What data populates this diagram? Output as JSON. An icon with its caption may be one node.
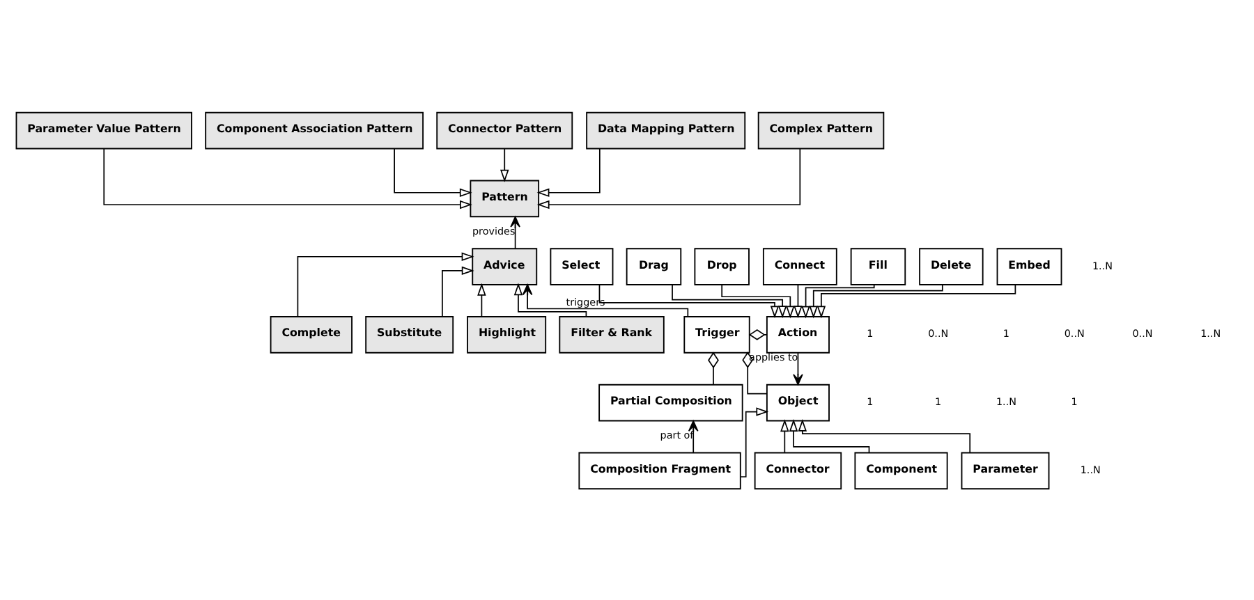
{
  "diagram": {
    "nodes": [
      {
        "text": [
          "Parameter Value Pattern"
        ]
      },
      {
        "text": [
          "Component Association Pattern"
        ]
      },
      {
        "text": [
          "Connector Pattern"
        ]
      },
      {
        "text": [
          "Data Mapping Pattern"
        ]
      },
      {
        "text": [
          "Complex Pattern"
        ]
      },
      {
        "text": [
          "Pattern"
        ]
      },
      {
        "text": [
          "Complete"
        ]
      },
      {
        "text": [
          "Substitute"
        ]
      },
      {
        "text": [
          "Highlight"
        ]
      },
      {
        "text": [
          "Filter & Rank"
        ]
      },
      {
        "text": [
          "Advice"
        ]
      },
      {
        "text": [
          "Select"
        ]
      },
      {
        "text": [
          "Drag"
        ]
      },
      {
        "text": [
          "Drop"
        ]
      },
      {
        "text": [
          "Connect"
        ]
      },
      {
        "text": [
          "Fill"
        ]
      },
      {
        "text": [
          "Delete"
        ]
      },
      {
        "text": [
          "Embed"
        ]
      },
      {
        "text": [
          "Trigger"
        ]
      },
      {
        "text": [
          "Action"
        ]
      },
      {
        "text": [
          "Partial Composition"
        ]
      },
      {
        "text": [
          "Object"
        ]
      },
      {
        "text": [
          "Composition Fragment"
        ]
      },
      {
        "text": [
          "Connector"
        ]
      },
      {
        "text": [
          "Component"
        ]
      },
      {
        "text": [
          "Parameter"
        ]
      }
    ],
    "edges": [
      {
        "from": 0,
        "to": 5,
        "arrow": "to"
      },
      {
        "from": 1,
        "to": 5,
        "arrow": "to"
      },
      {
        "from": 2,
        "to": 5,
        "arrow": "to"
      },
      {
        "from": 3,
        "to": 5,
        "arrow": "to"
      },
      {
        "from": 4,
        "to": 5,
        "arrow": "to"
      },
      {
        "from": 10,
        "to": 5,
        "arrow": "to",
        "label": "provides"
      },
      {
        "from": 6,
        "to": 10,
        "arrow": "to"
      },
      {
        "from": 7,
        "to": 10,
        "arrow": "to"
      },
      {
        "from": 8,
        "to": 10,
        "arrow": "to"
      },
      {
        "from": 9,
        "to": 10,
        "arrow": "to"
      },
      {
        "from": 11,
        "to": 19,
        "arrow": "to"
      },
      {
        "from": 12,
        "to": 19,
        "arrow": "to"
      },
      {
        "from": 13,
        "to": 19,
        "arrow": "to"
      },
      {
        "from": 14,
        "to": 19,
        "arrow": "to"
      },
      {
        "from": 15,
        "to": 19,
        "arrow": "to"
      },
      {
        "from": 16,
        "to": 19,
        "arrow": "to"
      },
      {
        "from": 17,
        "to": 19,
        "arrow": "to"
      },
      {
        "from": 18,
        "to": 10,
        "arrow": "to",
        "label": "triggers"
      },
      {
        "from": 18,
        "to": 19,
        "arrow": "other"
      },
      {
        "from": 18,
        "to": 20,
        "arrow": "other"
      },
      {
        "from": 18,
        "to": 21,
        "arrow": "other"
      },
      {
        "from": 19,
        "to": 21,
        "arrow": "to",
        "label": "applies to"
      },
      {
        "from": 22,
        "to": 20,
        "arrow": "to",
        "label": "part of"
      },
      {
        "from": 22,
        "to": 21,
        "arrow": "to"
      },
      {
        "from": 23,
        "to": 21,
        "arrow": "to"
      },
      {
        "from": 24,
        "to": 21,
        "arrow": "to"
      },
      {
        "from": 25,
        "to": 21,
        "arrow": "to"
      }
    ],
    "labels": [
      "1..N",
      "1",
      "0..N",
      "1",
      "0..N",
      "0..N",
      "1..N",
      "1",
      "1",
      "1..N",
      "1",
      "1..N"
    ]
  }
}
